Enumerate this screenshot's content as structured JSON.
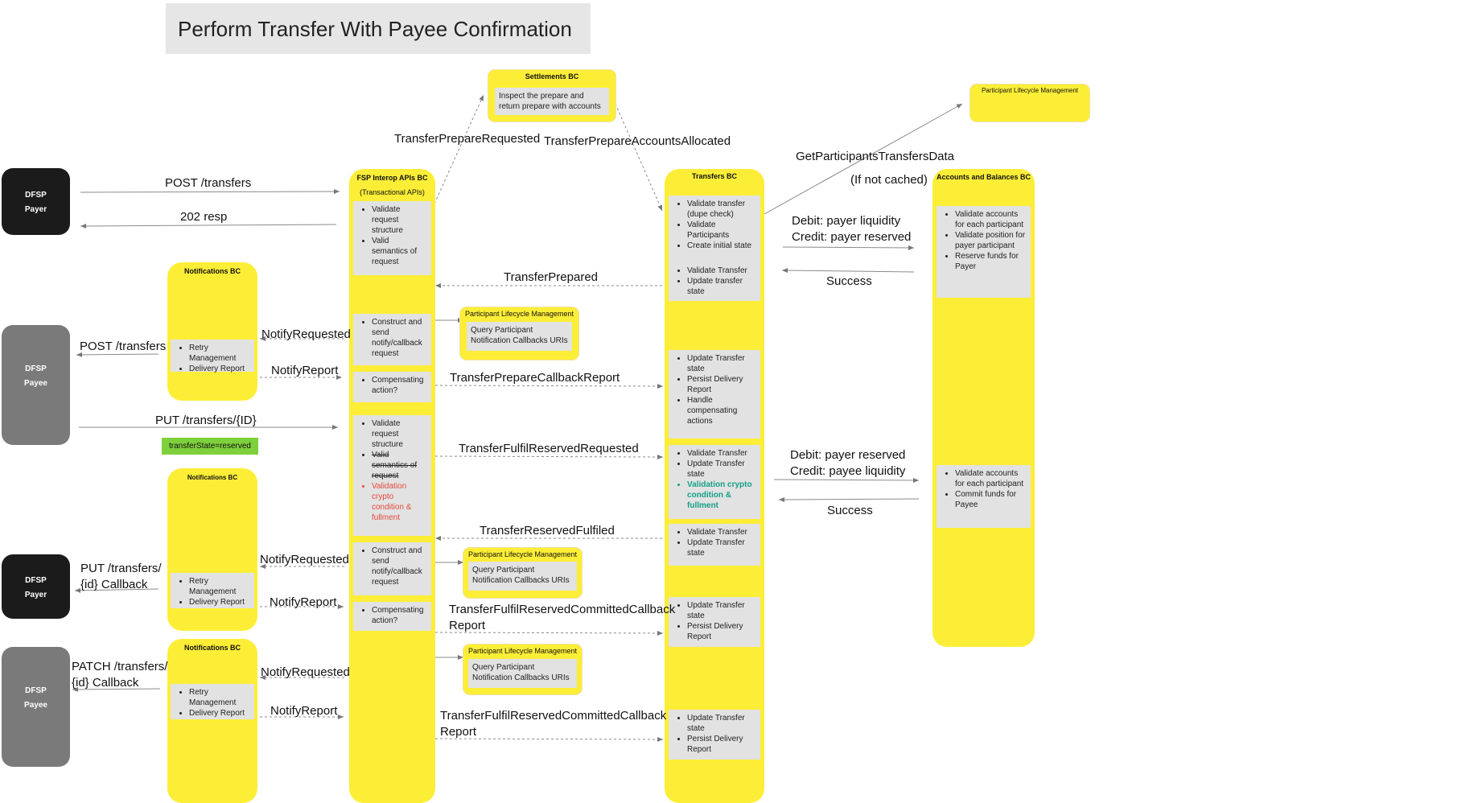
{
  "diagram_title": "Perform Transfer With Payee Confirmation",
  "actors": [
    {
      "role": "DFSP",
      "name": "Payer"
    },
    {
      "role": "DFSP",
      "name": "Payee"
    },
    {
      "role": "DFSP",
      "name": "Payer"
    },
    {
      "role": "DFSP",
      "name": "Payee"
    }
  ],
  "settlements": {
    "title": "Settlements BC",
    "text": "Inspect the prepare and return prepare with accounts"
  },
  "participant_lifecycle_top": {
    "title": "Participant Lifecycle Management"
  },
  "fsp_interop": {
    "title": "FSP Interop APIs BC",
    "subtitle": "(Transactional APIs)",
    "boxes": [
      {
        "items": [
          {
            "text": "Validate request structure"
          },
          {
            "text": "Valid semantics of request"
          }
        ]
      },
      {
        "items": [
          {
            "text": "Construct and send notify/callback request"
          }
        ]
      },
      {
        "items": [
          {
            "text": "Compensating action?"
          }
        ]
      },
      {
        "items": [
          {
            "text": "Validate request structure"
          },
          {
            "text": "Valid semantics of request"
          },
          {
            "text": "Validation crypto condition & fullment"
          }
        ]
      },
      {
        "items": [
          {
            "text": "Construct and send notify/callback request"
          }
        ]
      },
      {
        "items": [
          {
            "text": "Compensating action?"
          }
        ]
      }
    ]
  },
  "transfers": {
    "title": "Transfers BC",
    "boxes": [
      {
        "items": [
          {
            "text": "Validate transfer (dupe check)"
          },
          {
            "text": "Validate Participants"
          },
          {
            "text": "Create initial state"
          }
        ]
      },
      {
        "items": [
          {
            "text": "Validate Transfer"
          },
          {
            "text": "Update transfer state"
          }
        ]
      },
      {
        "items": [
          {
            "text": "Update Transfer state"
          },
          {
            "text": "Persist Delivery Report"
          },
          {
            "text": "Handle compensating actions"
          }
        ]
      },
      {
        "items": [
          {
            "text": "Validate Transfer"
          },
          {
            "text": "Update Transfer state"
          },
          {
            "text": "Validation crypto condition & fullment"
          }
        ]
      },
      {
        "items": [
          {
            "text": "Validate Transfer"
          },
          {
            "text": "Update Transfer state"
          }
        ]
      },
      {
        "items": [
          {
            "text": "Update Transfer state"
          },
          {
            "text": "Persist Delivery Report"
          }
        ]
      },
      {
        "items": [
          {
            "text": "Update Transfer state"
          },
          {
            "text": "Persist Delivery Report"
          }
        ]
      }
    ]
  },
  "accounts": {
    "title": "Accounts and Balances BC",
    "boxes": [
      {
        "items": [
          {
            "text": "Validate accounts for each participant"
          },
          {
            "text": "Validate position for payer participant"
          },
          {
            "text": "Reserve funds for Payer"
          }
        ]
      },
      {
        "items": [
          {
            "text": "Validate accounts for each participant"
          },
          {
            "text": "Commit funds for Payee"
          }
        ]
      }
    ]
  },
  "notifications": [
    {
      "title": "Notifications BC",
      "items": [
        {
          "text": "Retry Management"
        },
        {
          "text": "Delivery Report"
        }
      ]
    },
    {
      "title": "Notifications BC",
      "items": [
        {
          "text": "Retry Management"
        },
        {
          "text": "Delivery Report"
        }
      ]
    },
    {
      "title": "Notifications BC",
      "items": [
        {
          "text": "Retry Management"
        },
        {
          "text": "Delivery Report"
        }
      ]
    }
  ],
  "plm_subs": [
    {
      "title": "Participant Lifecycle Management",
      "text": "Query Participant Notification Callbacks URIs"
    },
    {
      "title": "Participant Lifecycle Management",
      "text": "Query Participant Notification Callbacks URIs"
    },
    {
      "title": "Participant Lifecycle Management",
      "text": "Query Participant Notification Callbacks URIs"
    }
  ],
  "status_tag": "transferState=reserved",
  "labels": {
    "post_transfers": "POST /transfers",
    "resp_202": "202 resp",
    "post_transfers_payee": "POST /transfers",
    "put_transfers_id": "PUT /transfers/{ID}",
    "put_callback": [
      "PUT /transfers/",
      "{id} Callback"
    ],
    "patch_callback": [
      "PATCH /transfers/",
      "{id} Callback"
    ],
    "notify_requested": "NotifyRequested",
    "notify_report": "NotifyReport",
    "transfer_prepare_requested": "TransferPrepareRequested",
    "transfer_prepare_accounts_allocated": "TransferPrepareAccountsAllocated",
    "get_participants": "GetParticipantsTransfersData",
    "if_not_cached": "(If not cached)",
    "debit_payer_liquidity": "Debit: payer liquidity",
    "credit_payer_reserved": "Credit: payer reserved",
    "success": "Success",
    "transfer_prepared": "TransferPrepared",
    "transfer_prepare_callback_report": "TransferPrepareCallbackReport",
    "transfer_fulfil_reserved_requested": "TransferFulfilReservedRequested",
    "debit_payer_reserved": "Debit: payer reserved",
    "credit_payee_liquidity": "Credit: payee liquidity",
    "transfer_reserved_fulfiled": "TransferReservedFulfiled",
    "committed_callback_report": [
      "TransferFulfilReservedCommittedCallback",
      "Report"
    ]
  }
}
